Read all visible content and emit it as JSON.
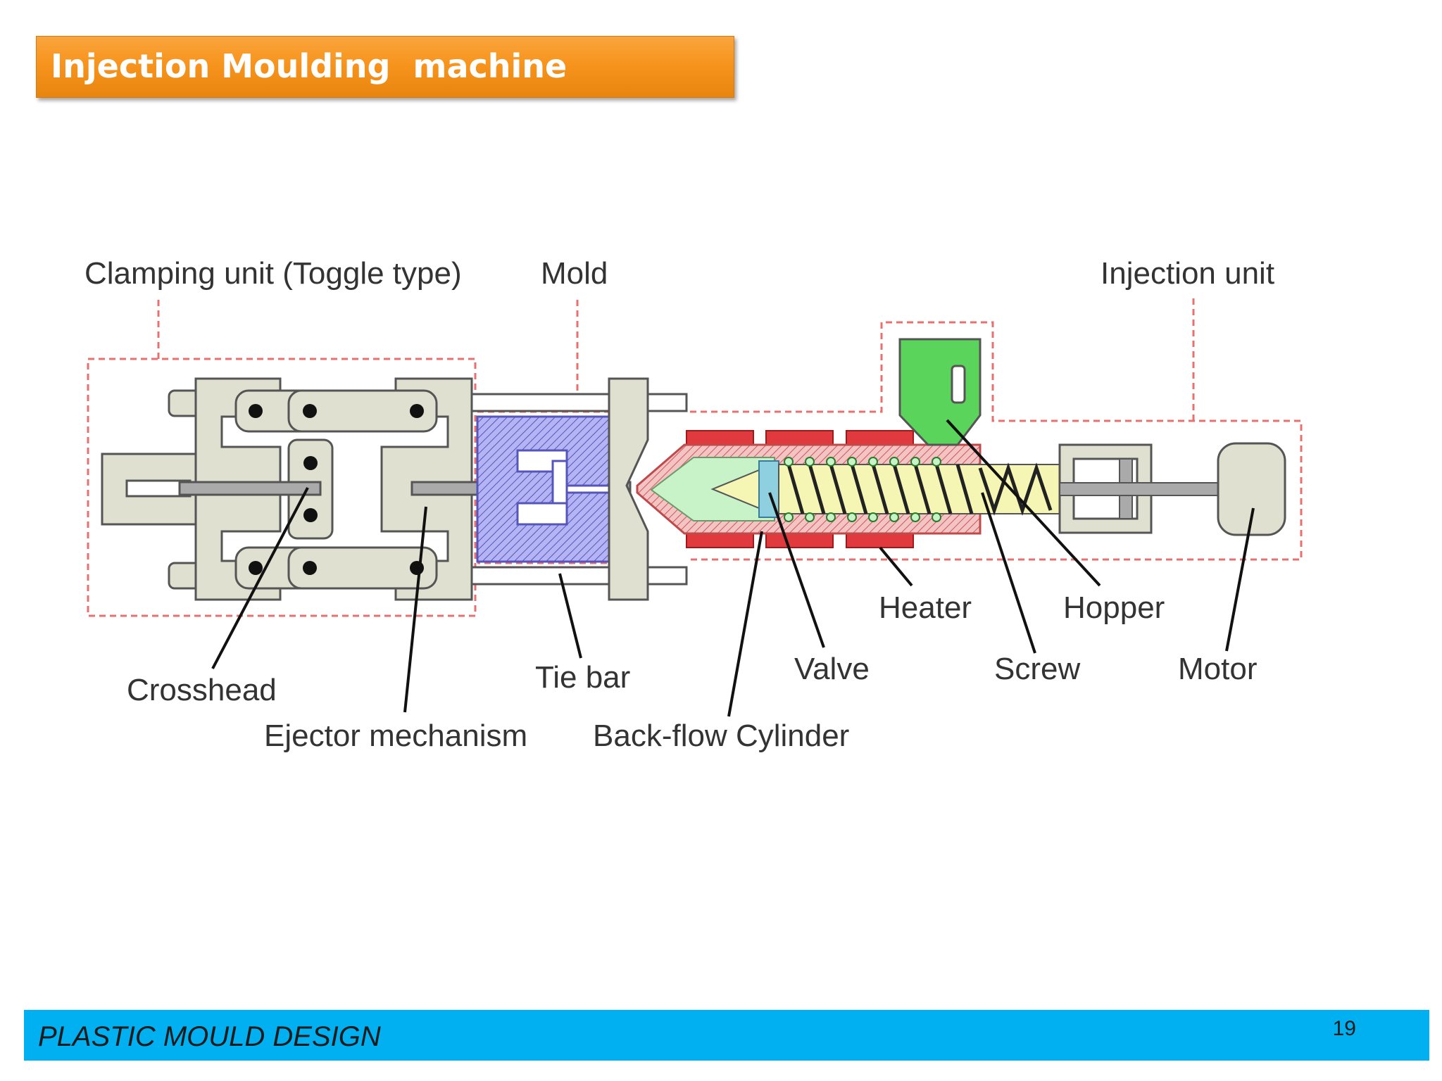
{
  "slide": {
    "title": "Injection Moulding  machine"
  },
  "diagram": {
    "labels": {
      "clamping_unit": "Clamping unit (Toggle type)",
      "mold": "Mold",
      "injection_unit": "Injection unit",
      "heater": "Heater",
      "hopper": "Hopper",
      "crosshead": "Crosshead",
      "tie_bar": "Tie bar",
      "valve": "Valve",
      "screw": "Screw",
      "motor": "Motor",
      "ejector_mechanism": "Ejector mechanism",
      "back_flow_cylinder": "Back-flow Cylinder"
    },
    "colors": {
      "frame": "#e0e0d1",
      "outline": "#555555",
      "mold": "#9999ee",
      "heater": "#e03a3e",
      "hopper": "#5ad45a",
      "melt": "#c8f2c8",
      "screw": "#f5f5b4",
      "barrel": "#f0b8b8",
      "boundary": "#e8706e"
    }
  },
  "footer": {
    "course": "PLASTIC MOULD DESIGN",
    "page": "19"
  }
}
